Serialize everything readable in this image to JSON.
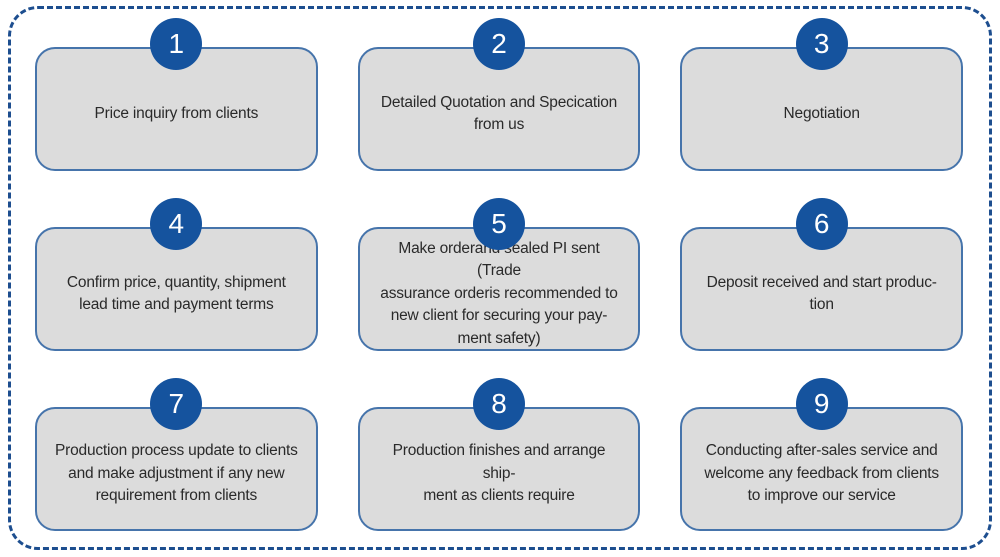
{
  "diagram": {
    "type": "process-steps",
    "colors": {
      "frame_dash": "#1d4e8f",
      "badge_fill": "#15539e",
      "badge_text": "#ffffff",
      "box_fill": "#dcdcdc",
      "box_border": "#4674ab",
      "text": "#2a2a2a",
      "background": "#ffffff"
    },
    "steps": [
      {
        "number": "1",
        "text": "Price inquiry from clients"
      },
      {
        "number": "2",
        "text": "Detailed Quotation and Specication\nfrom us"
      },
      {
        "number": "3",
        "text": "Negotiation"
      },
      {
        "number": "4",
        "text": "Confirm price, quantity, shipment\nlead time and payment terms"
      },
      {
        "number": "5",
        "text": "Make orderand sealed PI sent (Trade\nassurance orderis recommended to\nnew client for securing your pay-\nment safety)"
      },
      {
        "number": "6",
        "text": "Deposit received and start produc-\ntion"
      },
      {
        "number": "7",
        "text": "Production process update to clients\nand make adjustment if any new\nrequirement from clients"
      },
      {
        "number": "8",
        "text": "Production finishes and arrange ship-\nment as clients require"
      },
      {
        "number": "9",
        "text": "Conducting after-sales service and\nwelcome any feedback from clients\nto improve our service"
      }
    ]
  }
}
